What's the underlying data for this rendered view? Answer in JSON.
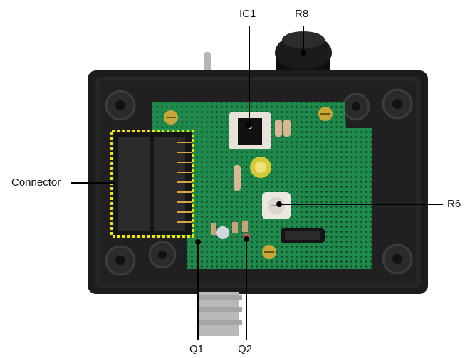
{
  "labels": {
    "ic1": "IC1",
    "r8": "R8",
    "connector": "Connector",
    "r6": "R6",
    "q1": "Q1",
    "q2": "Q2"
  },
  "colors": {
    "enclosure": "#1c1c1c",
    "pcb": "#1f8a4c",
    "highlight": "#f3e600",
    "leader": "#000000"
  }
}
